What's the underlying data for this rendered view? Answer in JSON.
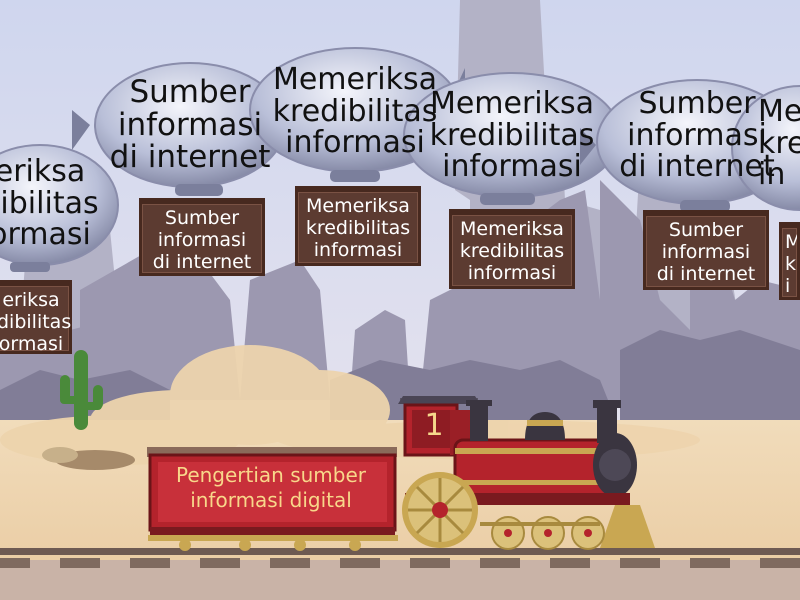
{
  "colors": {
    "sky": "#d6dcf0",
    "sand": "#f2e0c2",
    "rock": "#8f8aa0",
    "sign_wood": "#5c3b31",
    "train_red": "#b4232c",
    "train_gold": "#c9a752",
    "wagon_text": "#f8d78a"
  },
  "blimps": [
    {
      "text_lines": [
        "eriksa",
        "dibilitas",
        "ormasi"
      ]
    },
    {
      "text_lines": [
        "Sumber",
        "informasi",
        "di internet"
      ]
    },
    {
      "text_lines": [
        "Memeriksa",
        "kredibilitas",
        "informasi"
      ]
    },
    {
      "text_lines": [
        "Memeriksa",
        "kredibilitas",
        "informasi"
      ]
    },
    {
      "text_lines": [
        "Sumber",
        "informasi",
        "di internet"
      ]
    },
    {
      "text_lines": [
        "Me",
        "kre",
        "in"
      ]
    }
  ],
  "signs": [
    {
      "text_lines": [
        "eriksa",
        "dibilitas",
        "ormasi"
      ]
    },
    {
      "text_lines": [
        "Sumber",
        "informasi",
        "di internet"
      ]
    },
    {
      "text_lines": [
        "Memeriksa",
        "kredibilitas",
        "informasi"
      ]
    },
    {
      "text_lines": [
        "Memeriksa",
        "kredibilitas",
        "informasi"
      ]
    },
    {
      "text_lines": [
        "Sumber",
        "informasi",
        "di internet"
      ]
    },
    {
      "text_lines": [
        "Me",
        "kr",
        "i"
      ]
    }
  ],
  "train": {
    "cab_number": "1",
    "wagon_lines": [
      "Pengertian sumber",
      "informasi digital"
    ]
  }
}
